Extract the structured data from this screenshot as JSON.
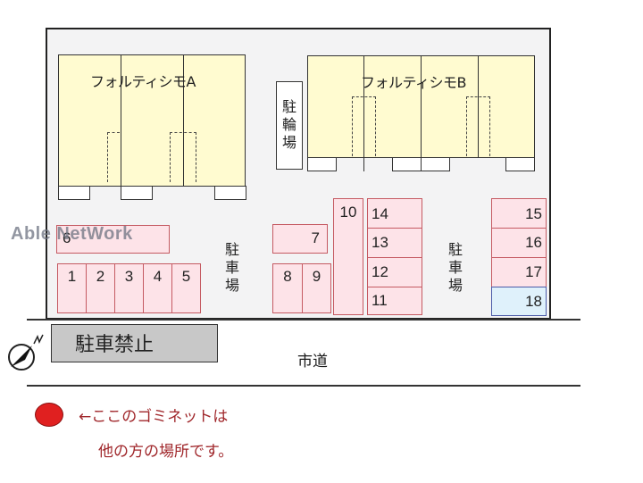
{
  "map": {
    "buildings": [
      {
        "id": "A",
        "label": "フォルティシモA",
        "units": 3
      },
      {
        "id": "B",
        "label": "フォルティシモB",
        "units": 4
      }
    ],
    "bicycle_parking_label": "駐輪場",
    "parking_labels": [
      "駐車場",
      "駐車場"
    ],
    "parking_spaces": [
      {
        "number": "1",
        "type": "standard"
      },
      {
        "number": "2",
        "type": "standard"
      },
      {
        "number": "3",
        "type": "standard"
      },
      {
        "number": "4",
        "type": "standard"
      },
      {
        "number": "5",
        "type": "standard"
      },
      {
        "number": "6",
        "type": "standard"
      },
      {
        "number": "7",
        "type": "standard"
      },
      {
        "number": "8",
        "type": "standard"
      },
      {
        "number": "9",
        "type": "standard"
      },
      {
        "number": "10",
        "type": "standard"
      },
      {
        "number": "11",
        "type": "standard"
      },
      {
        "number": "12",
        "type": "standard"
      },
      {
        "number": "13",
        "type": "standard"
      },
      {
        "number": "14",
        "type": "standard"
      },
      {
        "number": "15",
        "type": "standard"
      },
      {
        "number": "16",
        "type": "standard"
      },
      {
        "number": "17",
        "type": "standard"
      },
      {
        "number": "18",
        "type": "highlighted"
      }
    ],
    "no_parking_label": "駐車禁止",
    "road_label": "市道",
    "compass": {
      "direction_label": "N"
    },
    "watermark": "Able NetWork",
    "note": {
      "line1": "←ここのゴミネットは",
      "line2": "他の方の場所です。",
      "marker_color": "#e02020"
    },
    "colors": {
      "building_fill": "#fffbd0",
      "parking_fill": "#fde3e8",
      "parking_border": "#c55a62",
      "highlight_fill": "#dff1fb",
      "highlight_border": "#4a5aa8",
      "note_text": "#a0272b"
    }
  }
}
